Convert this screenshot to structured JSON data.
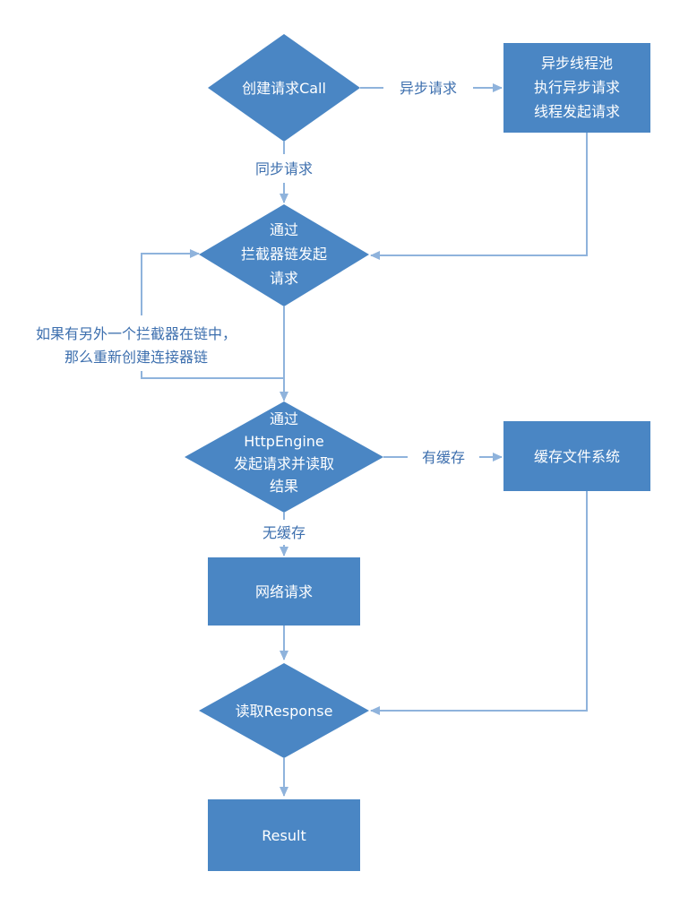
{
  "colors": {
    "node_fill": "#4a86c4",
    "edge_stroke": "#8fb3dc",
    "label_text": "#3d6fae",
    "node_text": "#ffffff"
  },
  "nodes": {
    "create_call": "创建请求Call",
    "async_pool": [
      "异步线程池",
      "执行异步请求",
      "线程发起请求"
    ],
    "interceptor_chain": [
      "通过",
      "拦截器链发起",
      "请求"
    ],
    "http_engine": [
      "通过",
      "HttpEngine",
      "发起请求并读取",
      "结果"
    ],
    "cache_fs": "缓存文件系统",
    "network_request": "网络请求",
    "read_response": "读取Response",
    "result": "Result"
  },
  "edge_labels": {
    "async": "异步请求",
    "sync": "同步请求",
    "loop_back": [
      "如果有另外一个拦截器在链中，",
      "那么重新创建连接器链"
    ],
    "has_cache": "有缓存",
    "no_cache": "无缓存"
  }
}
